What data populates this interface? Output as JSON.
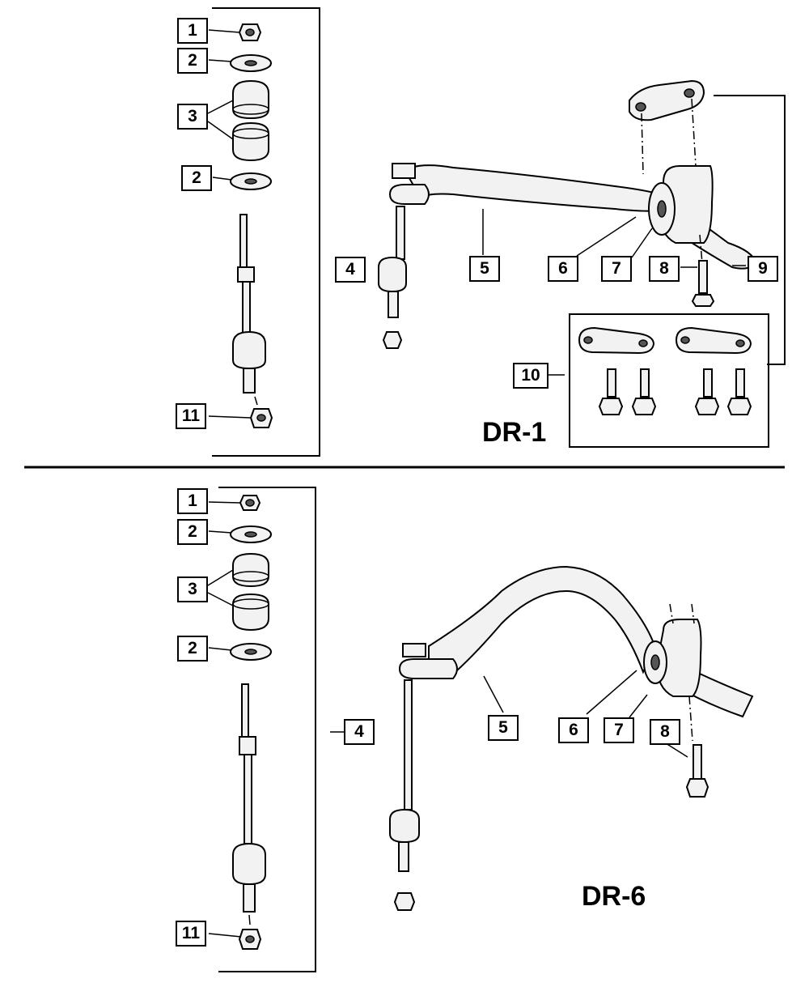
{
  "dr1": {
    "title": "DR-1",
    "callouts": {
      "c1": "1",
      "c2a": "2",
      "c3": "3",
      "c2b": "2",
      "c11": "11",
      "c4": "4",
      "c5": "5",
      "c6": "6",
      "c7": "7",
      "c8": "8",
      "c9": "9",
      "c10": "10"
    }
  },
  "dr6": {
    "title": "DR-6",
    "callouts": {
      "c1": "1",
      "c2a": "2",
      "c3": "3",
      "c2b": "2",
      "c11": "11",
      "c4": "4",
      "c5": "5",
      "c6": "6",
      "c7": "7",
      "c8": "8"
    }
  }
}
